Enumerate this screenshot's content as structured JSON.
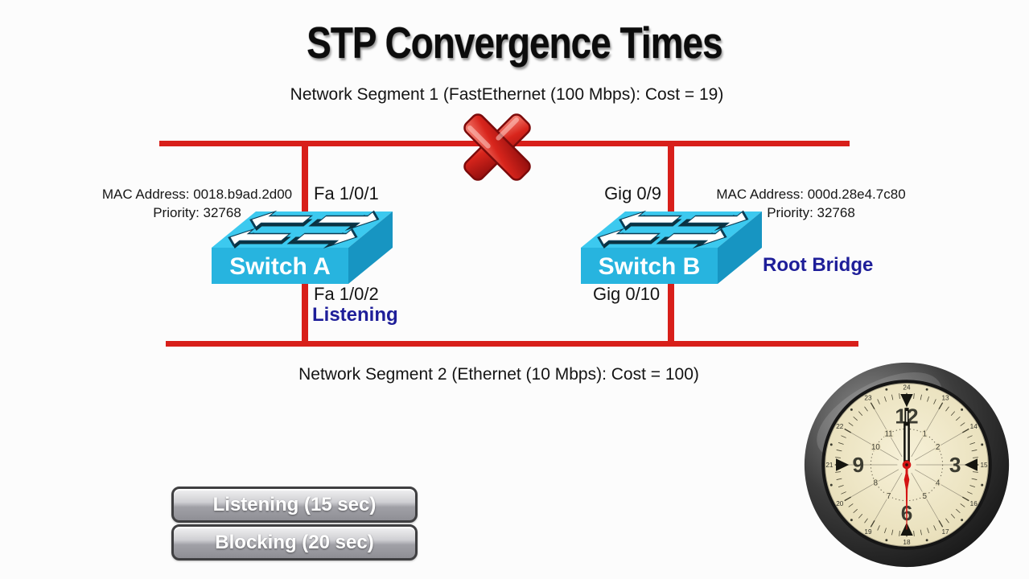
{
  "title": "STP Convergence Times",
  "segment1": {
    "label": "Network Segment 1 (FastEthernet (100 Mbps): Cost = 19)"
  },
  "segment2": {
    "label": "Network Segment 2 (Ethernet (10 Mbps): Cost = 100)"
  },
  "switch_a": {
    "name": "Switch A",
    "mac": "MAC Address: 0018.b9ad.2d00",
    "priority": "Priority: 32768",
    "port_top": "Fa 1/0/1",
    "port_bottom": "Fa 1/0/2",
    "state": "Listening"
  },
  "switch_b": {
    "name": "Switch B",
    "mac": "MAC Address: 000d.28e4.7c80",
    "priority": "Priority: 32768",
    "port_top": "Gig 0/9",
    "port_bottom": "Gig 0/10",
    "role": "Root Bridge"
  },
  "buttons": {
    "listening": "Listening (15 sec)",
    "blocking": "Blocking (20 sec)"
  },
  "clock": {
    "dial_main": [
      12,
      3,
      6,
      9
    ],
    "dial_hours": [
      1,
      2,
      4,
      5,
      7,
      8,
      10,
      11
    ],
    "dial_outer": [
      24,
      13,
      14,
      15,
      16,
      17,
      18,
      19,
      20,
      21,
      22,
      23
    ],
    "hands": {
      "hour_deg": 0,
      "minute_deg": 0,
      "second_deg": 180
    }
  },
  "colors": {
    "red": "#d81f1a",
    "cyan_top": "#3cc9ef",
    "cyan_front": "#27b4df",
    "cyan_side": "#1795c2",
    "navy": "#1e1e99",
    "text": "#161616",
    "face": "#ece3c2"
  }
}
